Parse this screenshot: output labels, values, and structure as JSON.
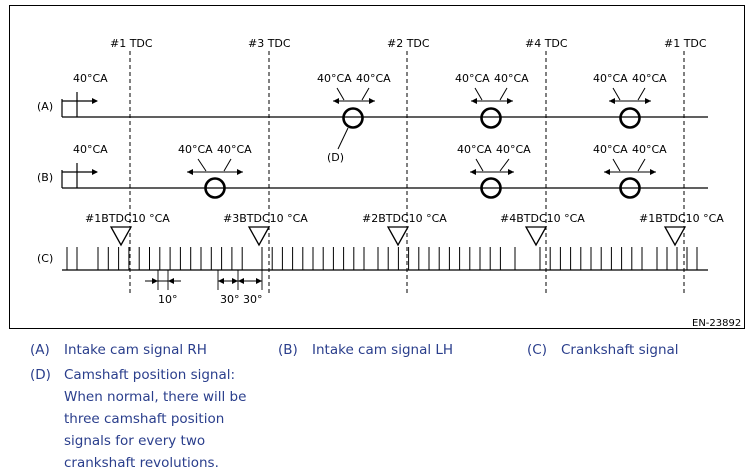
{
  "diagram": {
    "figure_id": "EN-23892",
    "tdc_labels": [
      "#1 TDC",
      "#3 TDC",
      "#2 TDC",
      "#4 TDC",
      "#1 TDC"
    ],
    "row_labels": {
      "a": "(A)",
      "b": "(B)",
      "c": "(C)"
    },
    "angle_label": "40°CA",
    "callout_d": "(D)",
    "btdc_labels": [
      "#1BTDC10 °CA",
      "#3BTDC10 °CA",
      "#2BTDC10 °CA",
      "#4BTDC10 °CA",
      "#1BTDC10 °CA"
    ],
    "dim_10": "10°",
    "dim_30a": "30°",
    "dim_30b": "30°"
  },
  "legend": {
    "a": {
      "key": "(A)",
      "text": "Intake cam signal RH"
    },
    "b": {
      "key": "(B)",
      "text": "Intake cam signal LH"
    },
    "c": {
      "key": "(C)",
      "text": "Crankshaft signal"
    },
    "d": {
      "key": "(D)",
      "text": "Camshaft position signal: When normal, there will be three camshaft position signals for every two crankshaft revolutions."
    }
  },
  "colors": {
    "legend_text": "#2a3e8c",
    "lines": "#000000"
  }
}
